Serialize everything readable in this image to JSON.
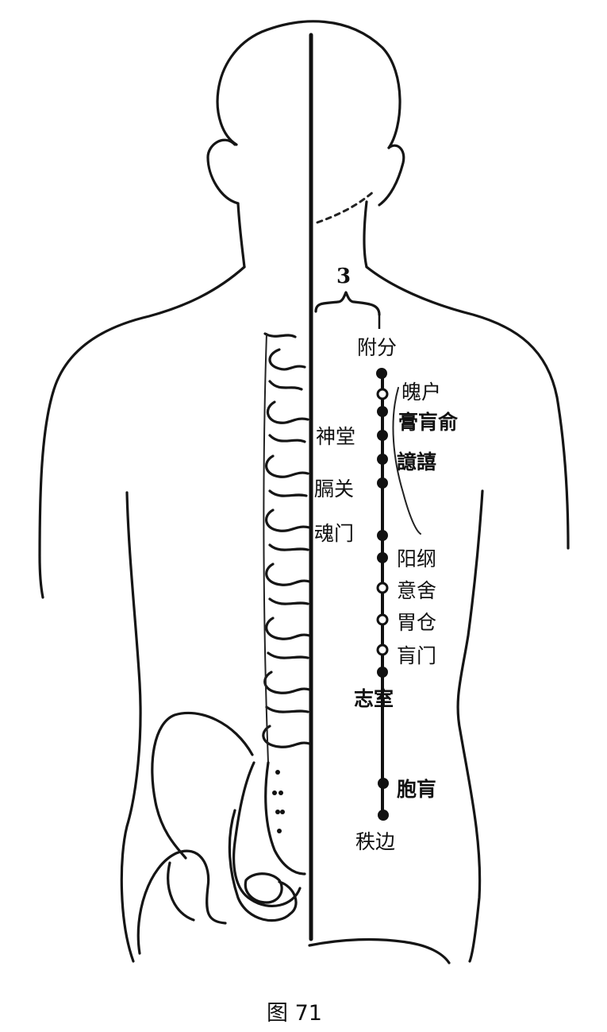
{
  "figure": {
    "caption": "图 71",
    "measure_label": "3",
    "points_right": [
      {
        "label": "附分",
        "bold": false,
        "hollow": false
      },
      {
        "label": "魄户",
        "bold": false,
        "hollow": true
      },
      {
        "label": "膏肓俞",
        "bold": true,
        "hollow": false
      },
      {
        "label": "神堂",
        "bold": false,
        "hollow": false
      },
      {
        "label": "譩譆",
        "bold": true,
        "hollow": false
      },
      {
        "label": "膈关",
        "bold": false,
        "hollow": false
      },
      {
        "label": "魂门",
        "bold": false,
        "hollow": false
      },
      {
        "label": "阳纲",
        "bold": false,
        "hollow": false
      },
      {
        "label": "意舍",
        "bold": false,
        "hollow": true
      },
      {
        "label": "胃仓",
        "bold": false,
        "hollow": true
      },
      {
        "label": "肓门",
        "bold": false,
        "hollow": true
      },
      {
        "label": "志室",
        "bold": true,
        "hollow": false
      },
      {
        "label": "胞肓",
        "bold": true,
        "hollow": false
      },
      {
        "label": "秩边",
        "bold": false,
        "hollow": false
      }
    ]
  }
}
